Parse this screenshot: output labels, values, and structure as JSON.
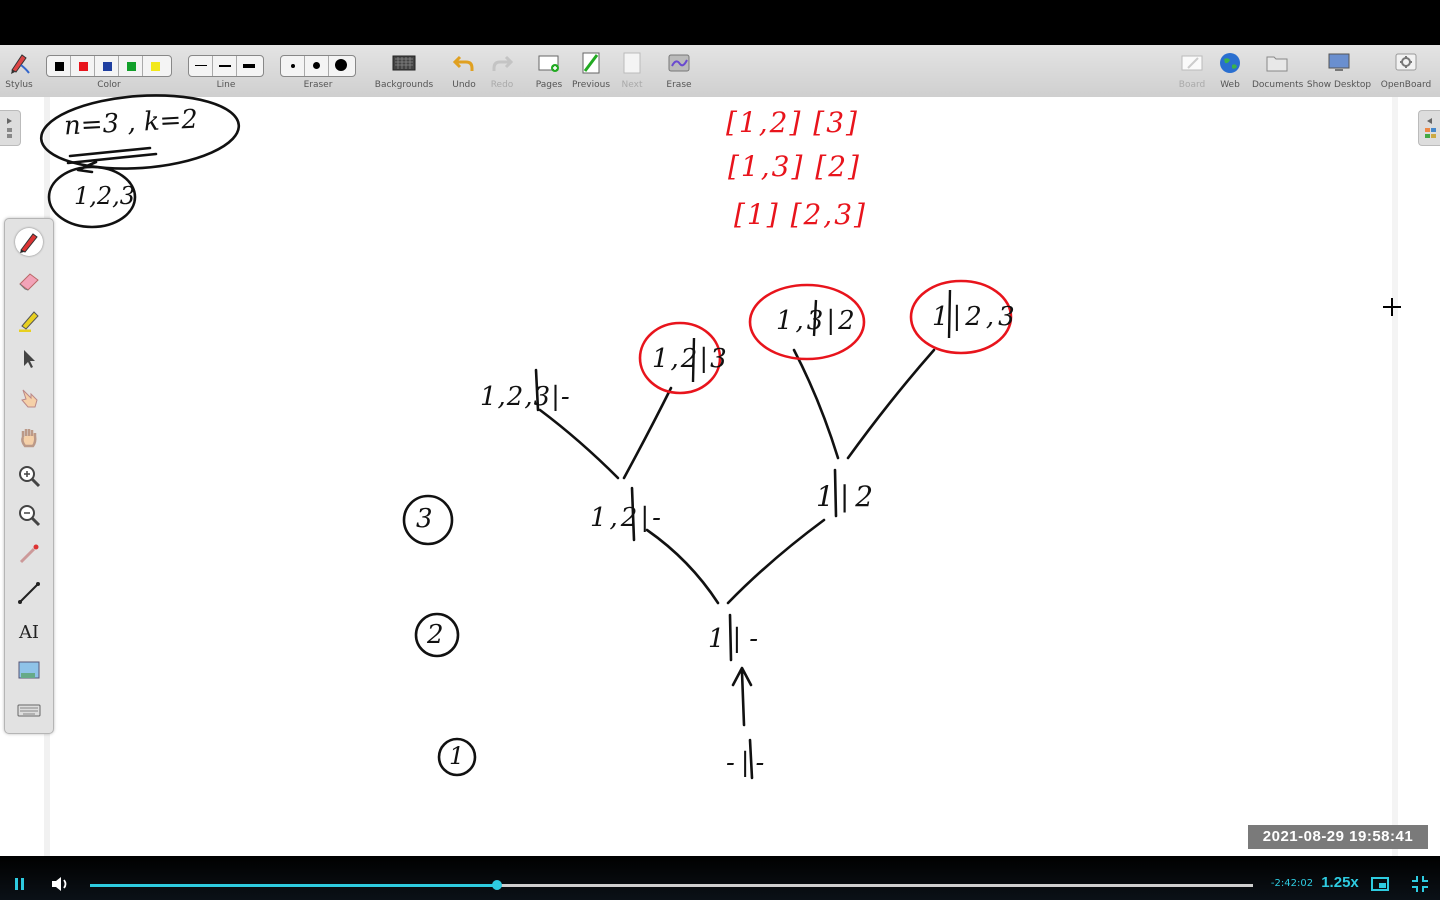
{
  "toolbar": {
    "stylus": "Stylus",
    "color": "Color",
    "line": "Line",
    "eraser": "Eraser",
    "backgrounds": "Backgrounds",
    "undo": "Undo",
    "redo": "Redo",
    "pages": "Pages",
    "previous": "Previous",
    "next": "Next",
    "erase": "Erase",
    "board": "Board",
    "web": "Web",
    "documents": "Documents",
    "show_desktop": "Show Desktop",
    "openboard": "OpenBoard",
    "colors": [
      "#000000",
      "#e8141c",
      "#1f3fa0",
      "#12a02a",
      "#f2e81a"
    ]
  },
  "palette": {
    "tools": [
      "pen-icon",
      "eraser-icon",
      "highlighter-icon",
      "selector-icon",
      "pointer-hand-icon",
      "hand-icon",
      "zoom-in-icon",
      "zoom-out-icon",
      "laser-pointer-icon",
      "line-icon",
      "text-icon",
      "capture-icon",
      "keyboard-icon"
    ],
    "text_tool": "AI"
  },
  "board": {
    "header_note": "n=3 , k=2",
    "set_note": "1,2,3",
    "red_partitions": [
      "[1,2] [3]",
      "[1,3] [2]",
      "[1] [2,3]"
    ],
    "tree": {
      "root": "-|-",
      "level1": "1|-",
      "level2_left": "1,2|-",
      "level2_right": "1|2",
      "leaf_a": "1,2,3|-",
      "leaf_b": "1,2|3",
      "leaf_c": "1,3|2",
      "leaf_d": "1|2,3"
    },
    "levels": [
      "1",
      "2",
      "3"
    ]
  },
  "timestamp": "2021-08-29 19:58:41",
  "player": {
    "progress": 0.35,
    "remaining": "-2:42:02",
    "speed": "1.25x",
    "accent": "#2ecbe0"
  }
}
